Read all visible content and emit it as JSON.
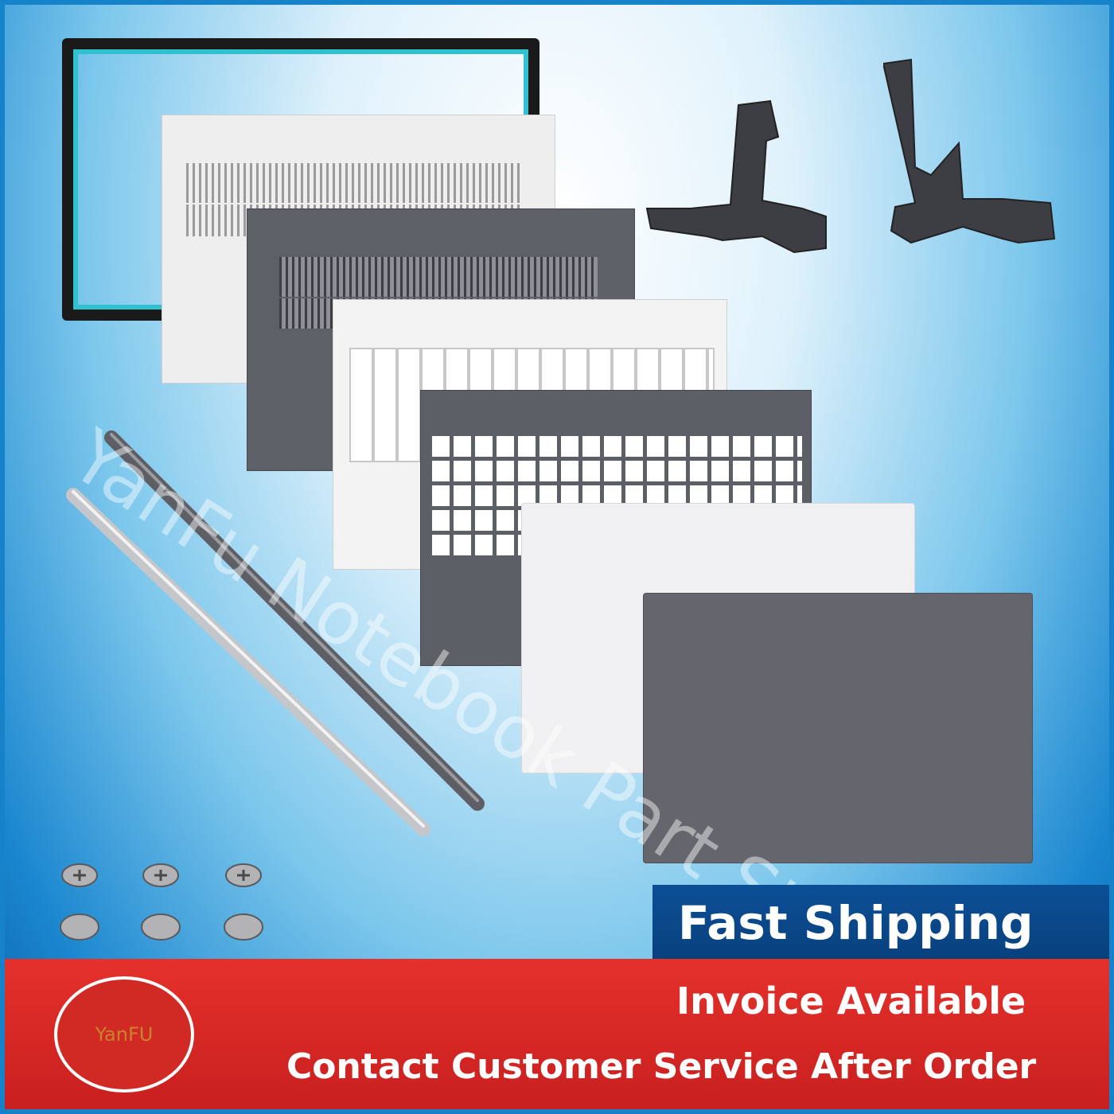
{
  "banner": {
    "fast_shipping": "Fast Shipping",
    "invoice": "Invoice Available",
    "contact": "Contact Customer Service After Order"
  },
  "logo": {
    "text": "YanFU"
  },
  "watermark": {
    "text": "YanFu Notebook Part Store"
  },
  "colors": {
    "banner_red": "#d7261f",
    "shipping_blue": "#0a4787",
    "frame_blue": "#1582c9",
    "logo_text": "#c9832a"
  },
  "parts": [
    "lcd-bezel",
    "bottom-case-silver",
    "bottom-case-gray",
    "palmrest-silver",
    "palmrest-gray",
    "hinge-left",
    "hinge-right",
    "hinge-cover-silver",
    "hinge-cover-gray",
    "lcd-back-cover-silver",
    "lcd-back-cover-gray",
    "screws"
  ]
}
